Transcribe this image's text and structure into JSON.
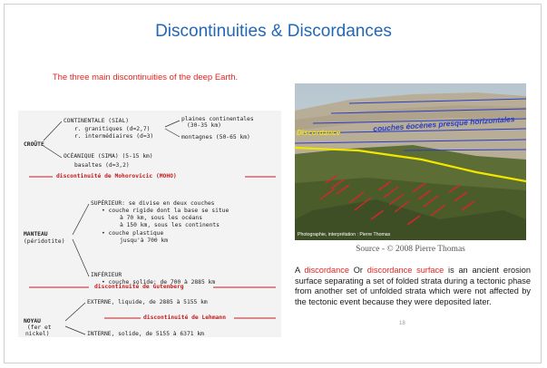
{
  "slide": {
    "title": "Discontinuities & Discordances",
    "subtitle": "The three main discontinuities of the deep Earth.",
    "page_number": "18"
  },
  "diagram": {
    "croute_label": "CROÛTE",
    "continentale": "CONTINENTALE (SIAL)",
    "granitiques": "r. granitiques (d=2,7)",
    "intermediaires": "r. intermédiaires (d=3)",
    "plaines": "plaines continentales",
    "plaines_depth": "(30-35 km)",
    "montagnes": "montagnes (50-65 km)",
    "oceanique": "OCÉANIQUE (SIMA) (5-15 km)",
    "basaltes": "basaltes (d=3,2)",
    "moho": "discontinuité de Mohorovicic (MOHO)",
    "manteau_label": "MANTEAU",
    "peridotite": "(péridotite)",
    "superieur": "SUPÉRIEUR: se divise en deux couches",
    "rigide": "• couche rigide dont la base se situe",
    "rigide_70": "à 70 km, sous les océans",
    "rigide_150": "à 150 km, sous les continents",
    "plastique": "• couche plastique",
    "plastique_700": "jusqu'à 700 km",
    "inferieur": "INFÉRIEUR",
    "solide": "• couche solide: de 700 à 2885 km",
    "gutenberg": "discontinuité de Gutenberg",
    "noyau_label": "NOYAU",
    "noyau_fer": "(fer et",
    "noyau_nickel": "nickel)",
    "externe": "EXTERNE, liquide, de 2885 à 5155 km",
    "lehmann": "discontinuité de Lehmann",
    "interne": "INTERNE, solide, de 5155 à 6371 km"
  },
  "photo": {
    "discordance_label": "Discordance",
    "couches_label": "couches éocènes presque horizontales",
    "credit": "Photographie, interprétation : Pierre Thomas"
  },
  "caption": "Source - © 2008 Pierre Thomas",
  "body": {
    "p1": "A ",
    "hl1": "discordance",
    "p2": " Or ",
    "hl2": "discordance surface",
    "p3": " is an ancient erosion surface separating a set of folded strata during a tectonic phase from another set of unfolded strata which were not affected by the tectonic event because they were deposited later."
  },
  "colors": {
    "title": "#2467b6",
    "accent_red": "#e3251f",
    "discontinuity_red": "#c11c1c",
    "photo_yellow": "#f2e600",
    "photo_blue": "#2a3cc8"
  }
}
